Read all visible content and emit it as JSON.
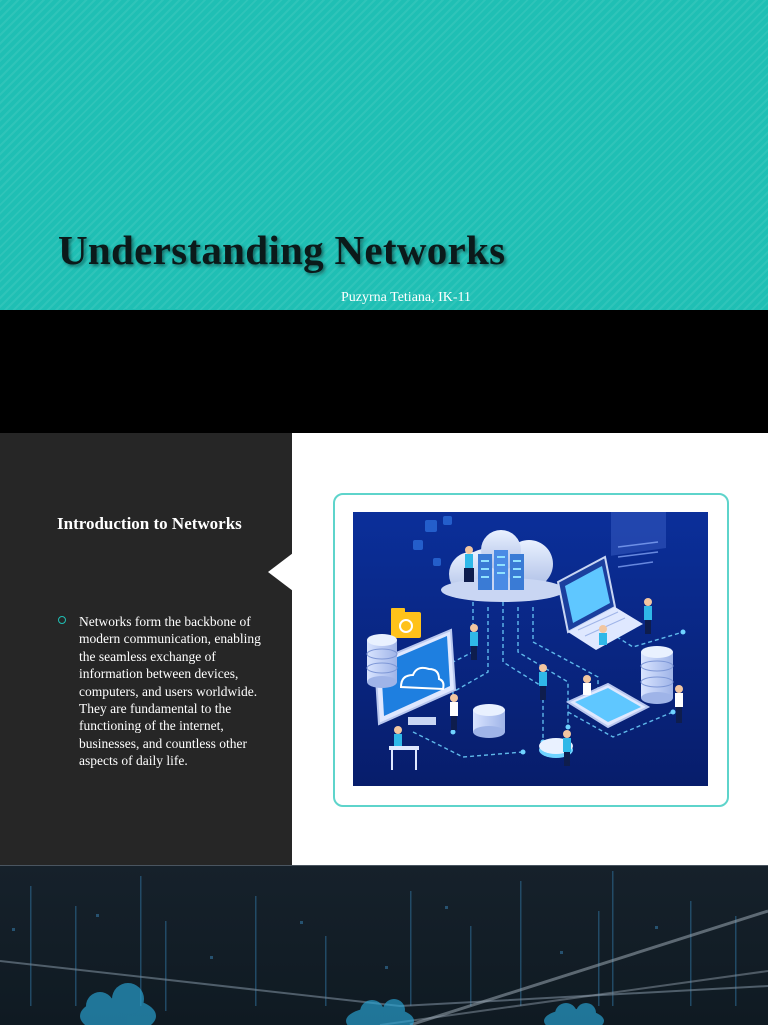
{
  "slide_title": {
    "title": "Understanding Networks",
    "subtitle": "Puzyrna Tetiana, IK-11"
  },
  "slide_intro": {
    "heading": "Introduction to Networks",
    "bullet": "Networks form the backbone of modern communication, enabling the seamless exchange of information between devices, computers, and users worldwide. They are fundamental to the functioning of the internet, businesses, and countless other aspects of daily life."
  },
  "colors": {
    "teal": "#1fbfb4",
    "dark_panel": "#262626",
    "black_band": "#000000",
    "frame_border": "#5ed4cb",
    "illustration_bg": "#0b2a86"
  },
  "icons": [
    "cloud-icon",
    "server-icon",
    "laptop-icon",
    "monitor-icon",
    "database-icon",
    "folder-icon",
    "person-icon"
  ]
}
